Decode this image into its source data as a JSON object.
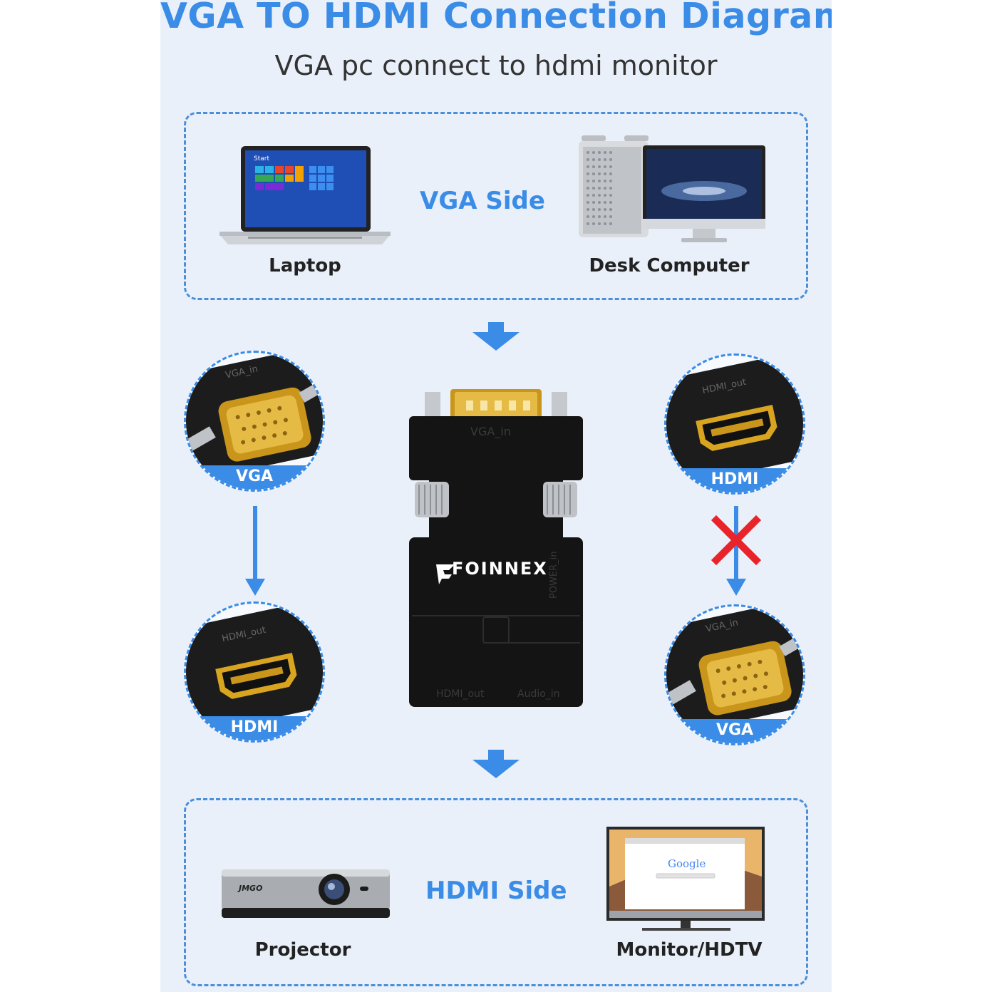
{
  "header": {
    "title": "VGA TO HDMI Connection Diagram",
    "subtitle": "VGA pc connect to hdmi monitor"
  },
  "vga_side": {
    "label": "VGA Side",
    "devices": [
      "Laptop",
      "Desk Computer"
    ]
  },
  "hdmi_side": {
    "label": "HDMI Side",
    "devices": [
      "Projector",
      "Monitor/HDTV"
    ]
  },
  "adapter": {
    "brand": "FOINNEX",
    "port_top": "VGA_in",
    "port_power": "POWER_in",
    "port_hdmi": "HDMI_out",
    "port_audio": "Audio_in"
  },
  "connectors": {
    "left_top_band": "VGA",
    "left_top_port": "VGA_in",
    "left_bottom_band": "HDMI",
    "left_bottom_port": "HDMI_out",
    "right_top_band": "HDMI",
    "right_top_port": "HDMI_out",
    "right_bottom_band": "VGA",
    "right_bottom_port": "VGA_in"
  },
  "screens": {
    "laptop_start": "Start",
    "monitor_search_logo": "Google",
    "projector_brand": "JMGO"
  },
  "colors": {
    "accent": "#3a8ce6",
    "panel_bg": "#eaf0fa",
    "cross": "#e8232a",
    "gold": "#d9a520"
  }
}
